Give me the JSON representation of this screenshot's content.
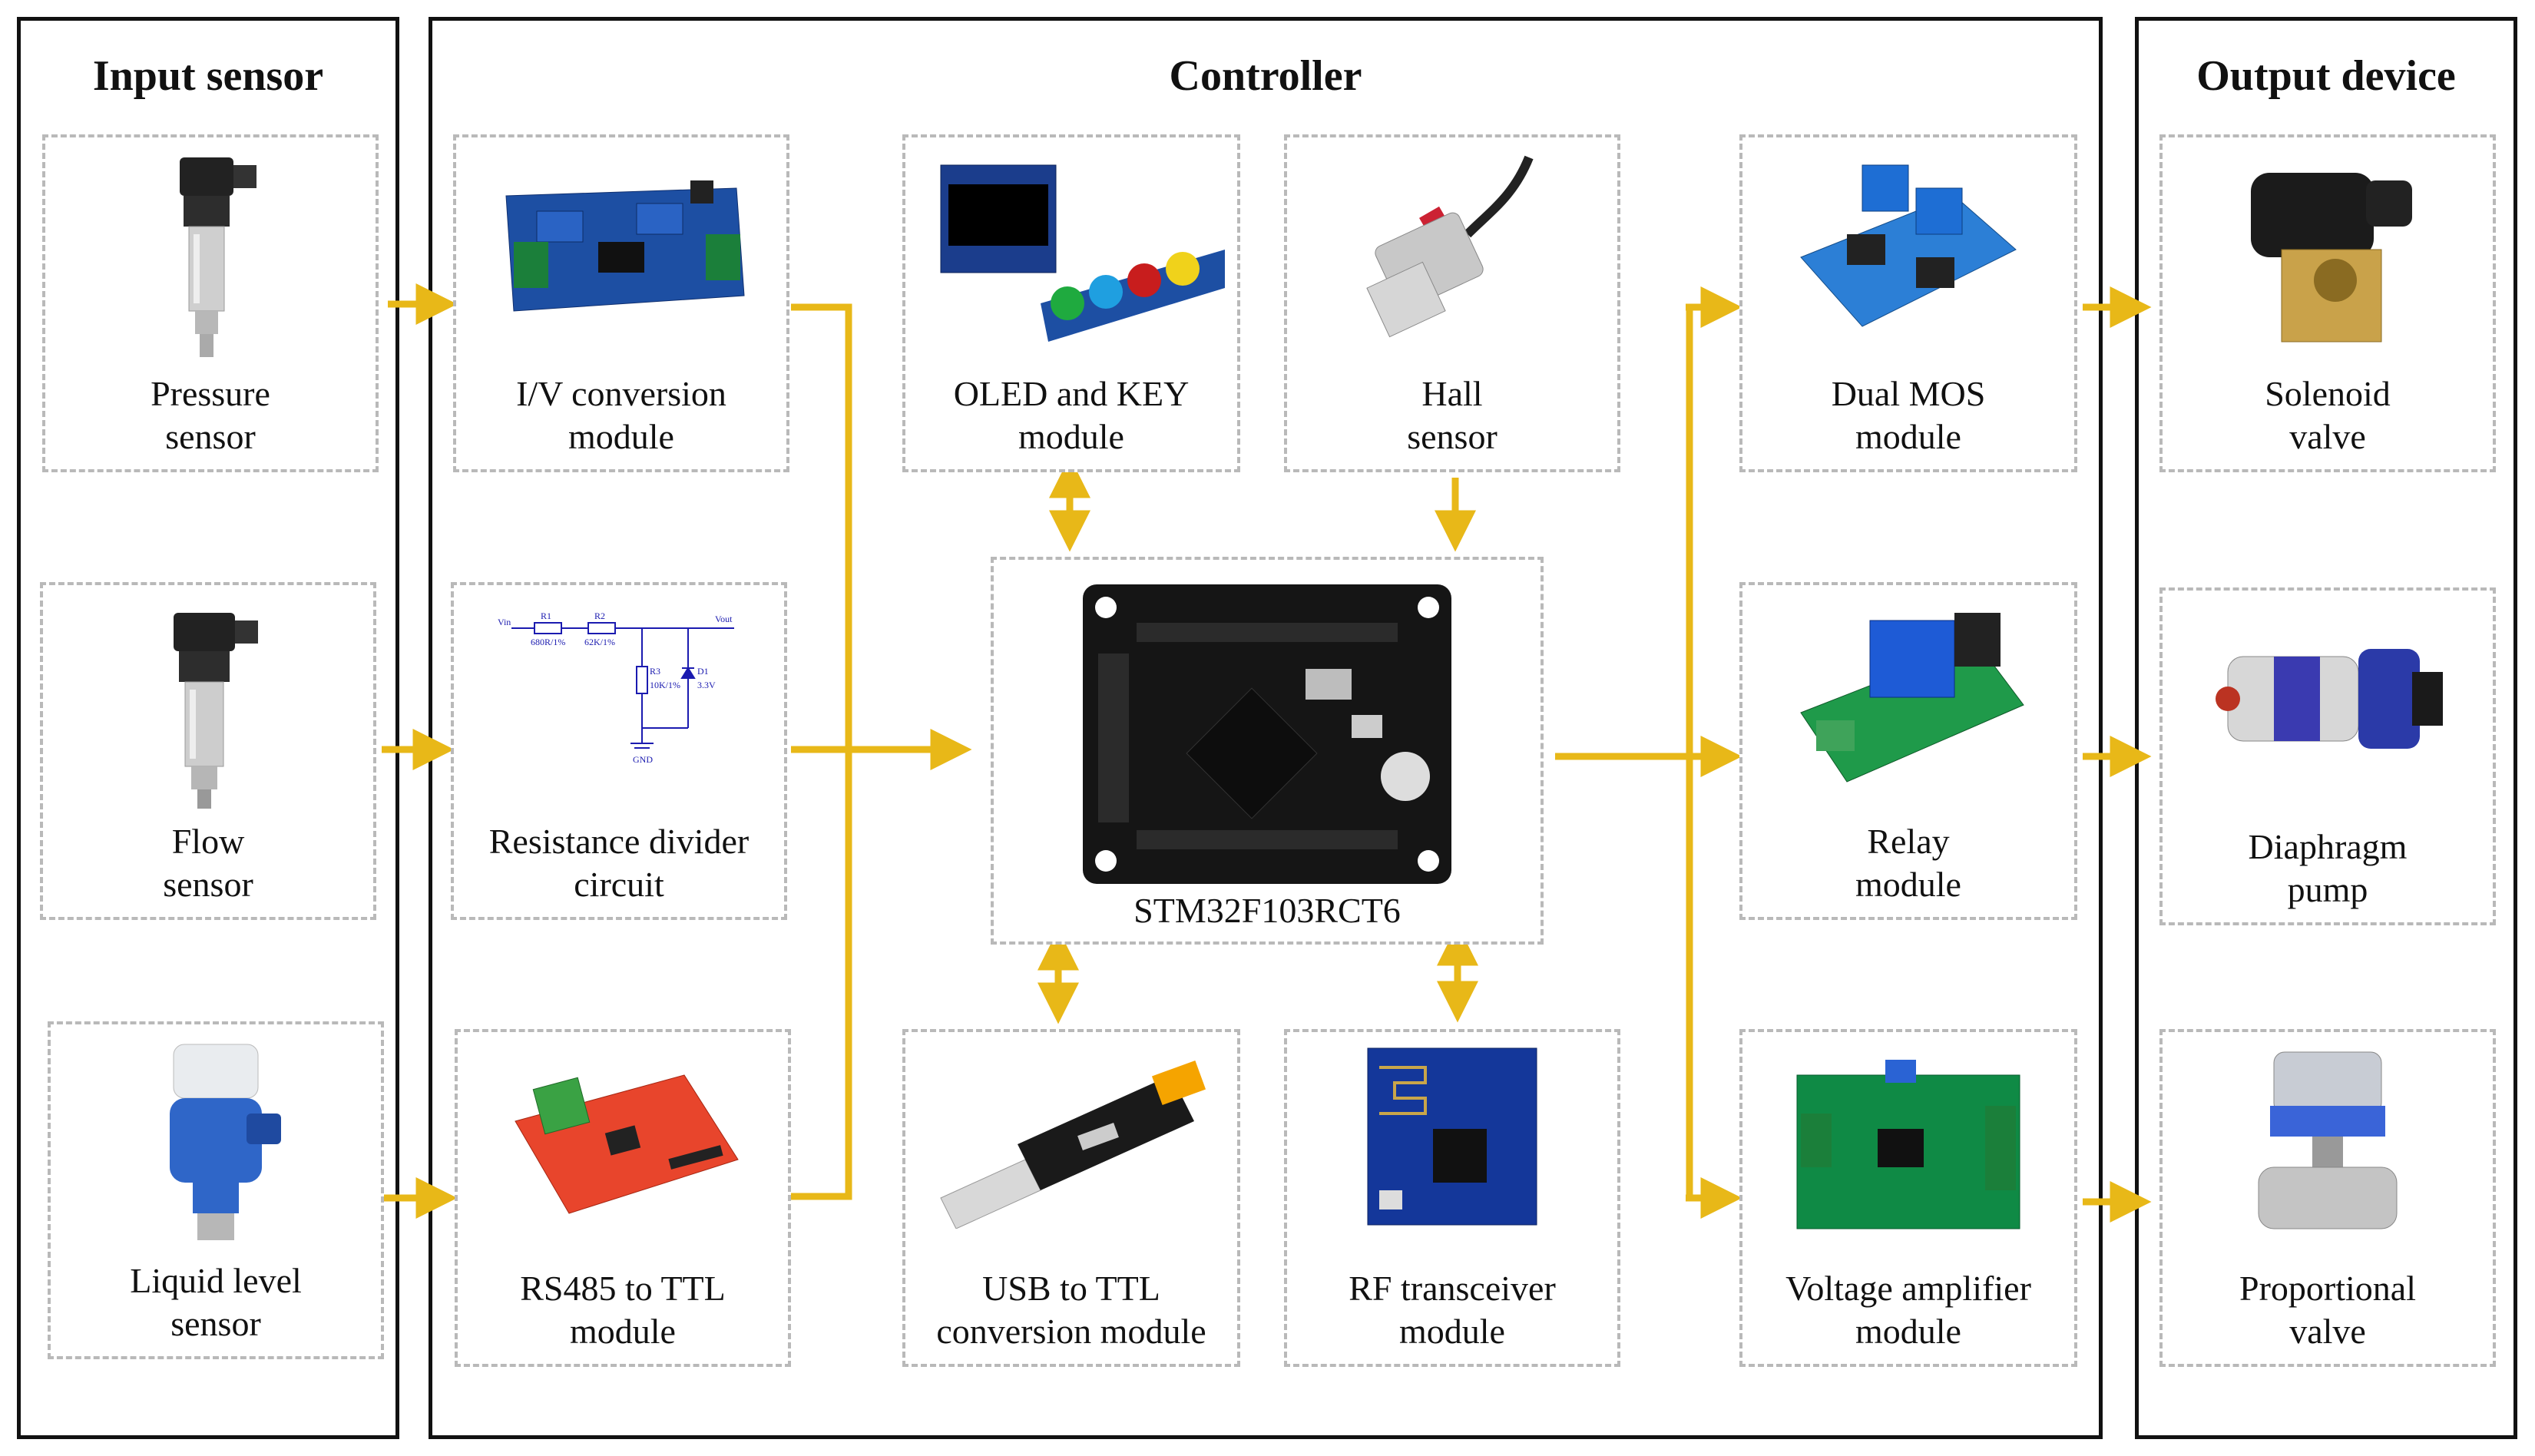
{
  "colors": {
    "arrow": "#e8b818",
    "panel_border": "#111111",
    "box_border": "#b9b9b9"
  },
  "panels": {
    "input": {
      "title": "Input sensor"
    },
    "controller": {
      "title": "Controller"
    },
    "output": {
      "title": "Output device"
    }
  },
  "input_sensors": [
    {
      "label": "Pressure\nsensor",
      "icon": "pressure-sensor-icon"
    },
    {
      "label": "Flow\nsensor",
      "icon": "flow-sensor-icon"
    },
    {
      "label": "Liquid level\nsensor",
      "icon": "liquid-level-sensor-icon"
    }
  ],
  "controller": {
    "iv": {
      "label": "I/V conversion\nmodule",
      "icon": "iv-module-icon"
    },
    "divider": {
      "label": "Resistance divider\ncircuit",
      "icon": "divider-circuit-icon",
      "schematic": {
        "vin": "Vin",
        "r1": "R1",
        "r2": "R2",
        "r1v": "680R/1%",
        "r2v": "62K/1%",
        "r3": "R3",
        "r3v": "10K/1%",
        "d1": "D1",
        "d1v": "3.3V",
        "gnd": "GND",
        "vout": "Vout"
      }
    },
    "rs485": {
      "label": "RS485 to TTL\nmodule",
      "icon": "rs485-module-icon"
    },
    "oled": {
      "label": "OLED and KEY\nmodule",
      "icon": "oled-key-icon"
    },
    "hall": {
      "label": "Hall\nsensor",
      "icon": "hall-sensor-icon"
    },
    "mcu": {
      "label": "STM32F103RCT6",
      "icon": "stm32-board-icon"
    },
    "usb": {
      "label": "USB to TTL\nconversion module",
      "icon": "usb-ttl-icon"
    },
    "rf": {
      "label": "RF transceiver\nmodule",
      "icon": "rf-transceiver-icon"
    },
    "mos": {
      "label": "Dual MOS\nmodule",
      "icon": "mos-module-icon"
    },
    "relay": {
      "label": "Relay\nmodule",
      "icon": "relay-module-icon"
    },
    "amp": {
      "label": "Voltage amplifier\nmodule",
      "icon": "voltage-amplifier-icon"
    }
  },
  "output_devices": [
    {
      "label": "Solenoid\nvalve",
      "icon": "solenoid-valve-icon"
    },
    {
      "label": "Diaphragm\npump",
      "icon": "diaphragm-pump-icon"
    },
    {
      "label": "Proportional\nvalve",
      "icon": "proportional-valve-icon"
    }
  ]
}
